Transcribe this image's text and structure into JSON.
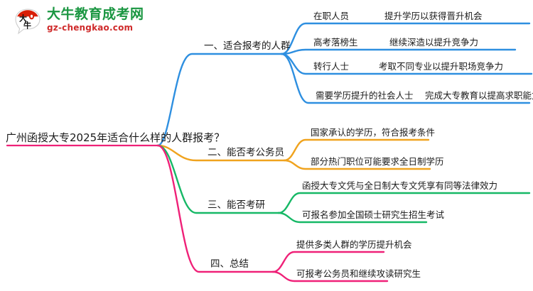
{
  "logo": {
    "mark_name": "daniu-bubble-logo",
    "cn": "大牛教育成考网",
    "en": "gz-chengkao.com",
    "cn_color": "#1a9641",
    "en_color": "#cf2b2b",
    "mark_color": "#d81e06"
  },
  "mindmap": {
    "root": "广州函授大专2025年适合什么样的人群报考？",
    "branches": [
      {
        "label": "一、适合报考的人群",
        "color": "#2e8fe0",
        "children": [
          {
            "label": "在职人员",
            "detail": "提升学历以获得晋升机会"
          },
          {
            "label": "高考落榜生",
            "detail": "继续深造以提升竞争力"
          },
          {
            "label": "转行人士",
            "detail": "考取不同专业以提升职场竞争力"
          },
          {
            "label": "需要学历提升的社会人士",
            "detail": "完成大专教育以提高求职能力"
          }
        ]
      },
      {
        "label": "二、能否考公务员",
        "color": "#f0a31e",
        "children": [
          {
            "label": "国家承认的学历，符合报考条件",
            "detail": ""
          },
          {
            "label": "部分热门职位可能要求全日制学历",
            "detail": ""
          }
        ]
      },
      {
        "label": "三、能否考研",
        "color": "#16b866",
        "children": [
          {
            "label": "函授大专文凭与全日制大专文凭享有同等法律效力",
            "detail": ""
          },
          {
            "label": "可报名参加全国硕士研究生招生考试",
            "detail": ""
          }
        ]
      },
      {
        "label": "四、总结",
        "color": "#ef2178",
        "children": [
          {
            "label": "提供多类人群的学历提升机会",
            "detail": ""
          },
          {
            "label": "可报考公务员和继续攻读研究生",
            "detail": ""
          }
        ]
      }
    ]
  }
}
